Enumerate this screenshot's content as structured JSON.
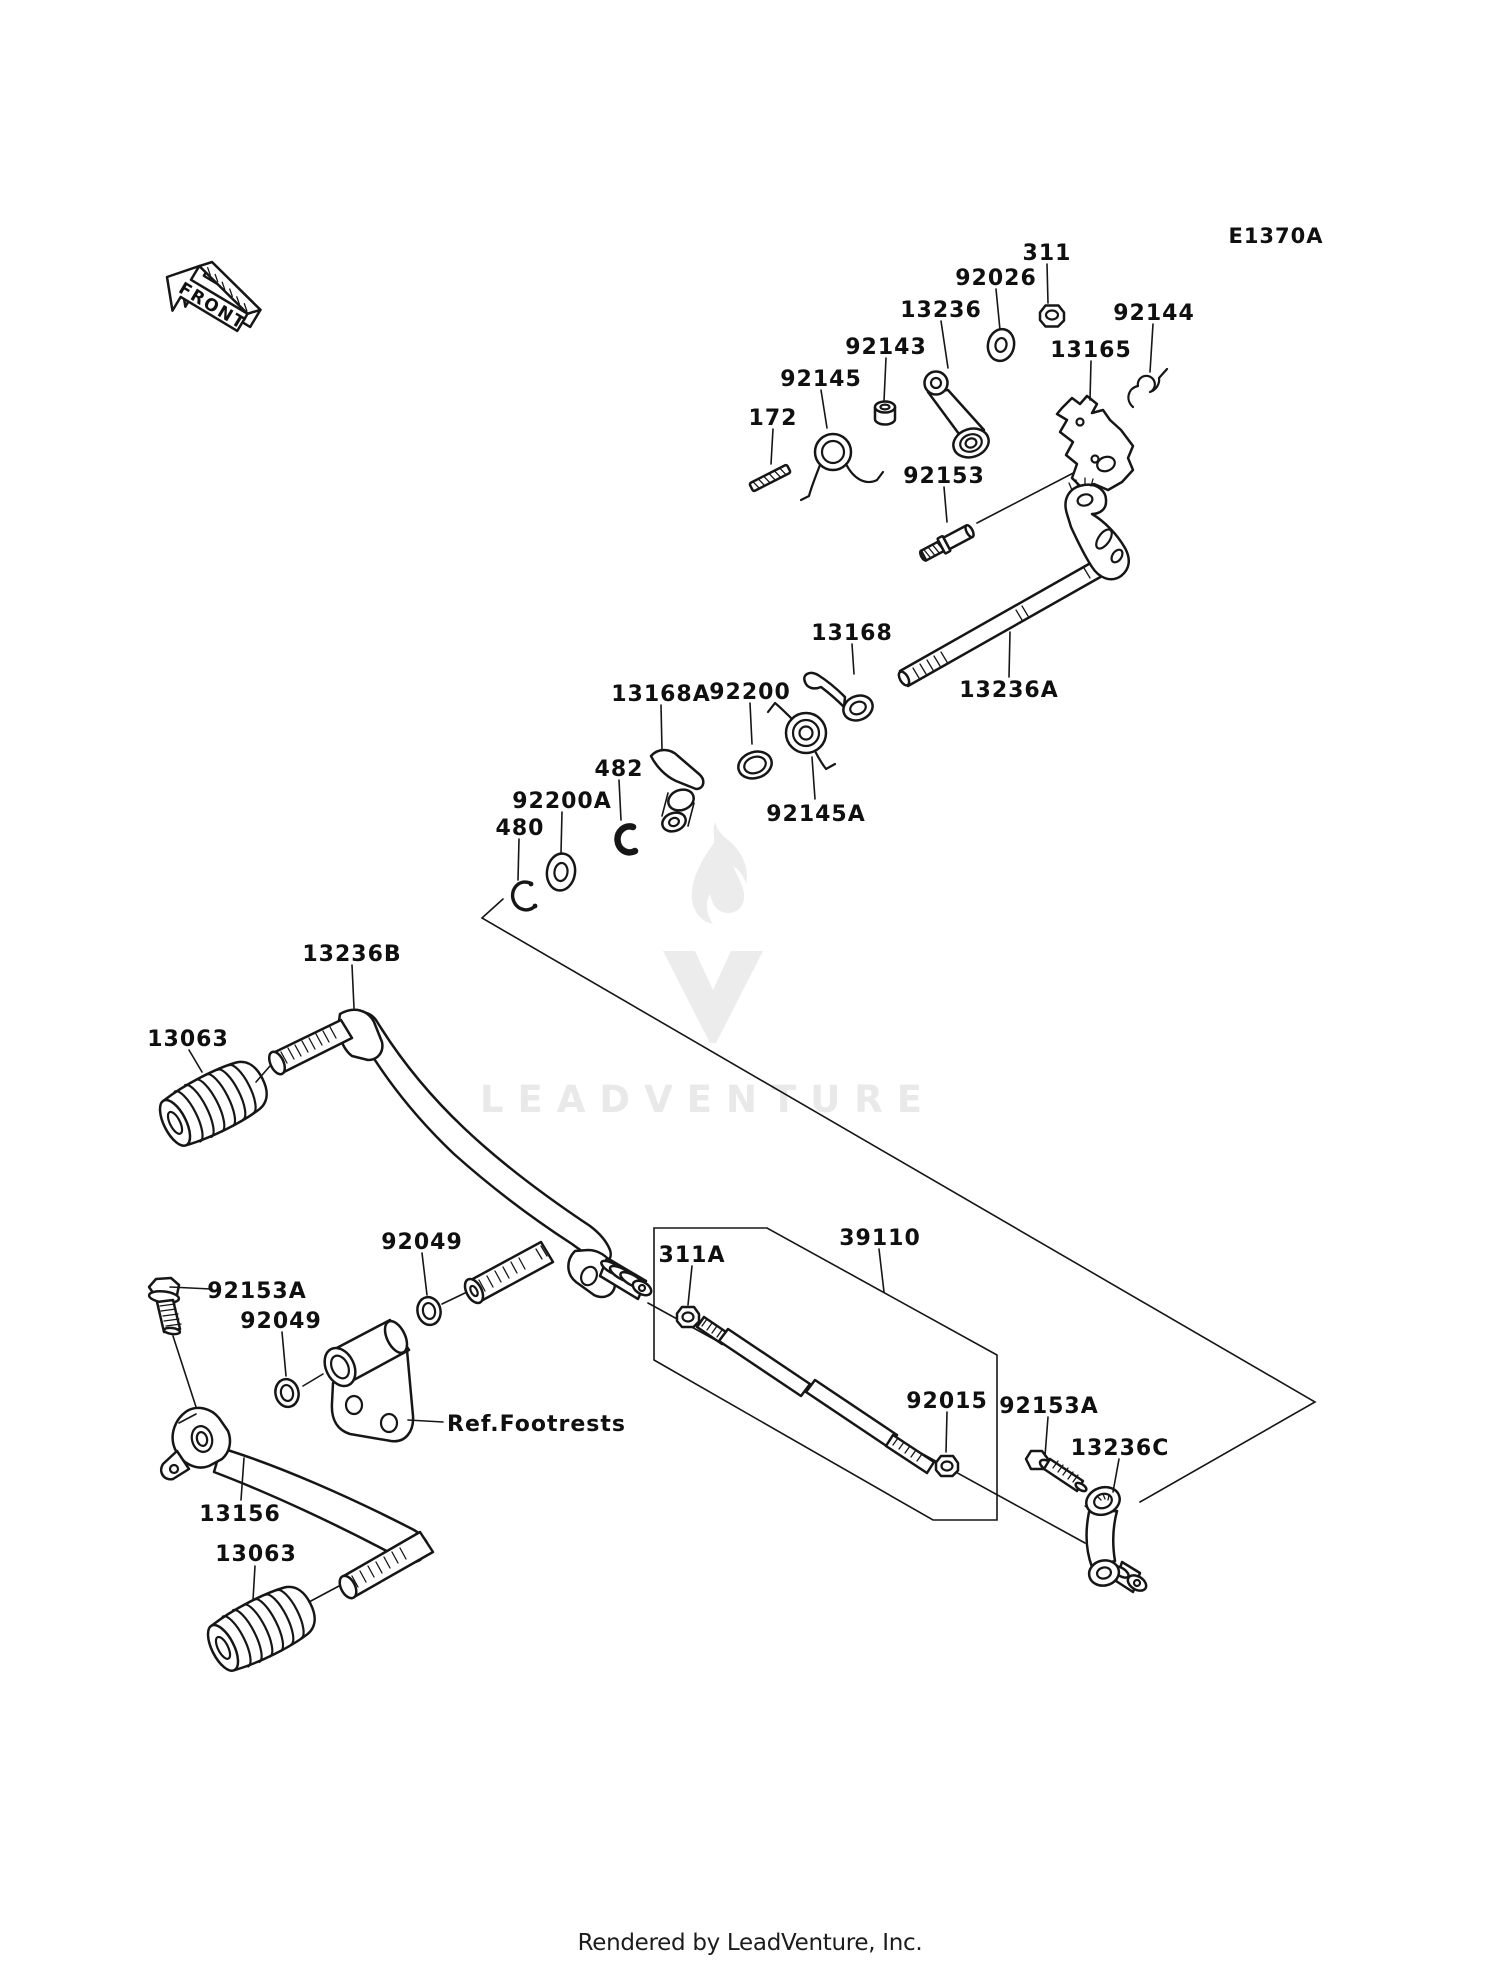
{
  "page": {
    "background": "#ffffff",
    "line_color": "#161616",
    "watermark_color": "#ebebeb"
  },
  "header": {
    "diagram_code": "E1370A",
    "front_arrow_label": "FRONT"
  },
  "watermark": {
    "text": "LEADVENTURE"
  },
  "footer": {
    "text": "Rendered by LeadVenture, Inc."
  },
  "callouts": [
    "311",
    "92026",
    "13236",
    "92143",
    "92145",
    "172",
    "92144",
    "13165",
    "92153",
    "13168",
    "13168A",
    "92200",
    "13236A",
    "482",
    "92200A",
    "480",
    "92145A",
    "13236B",
    "13063",
    "92049",
    "92153A",
    "92049",
    "Ref.Footrests",
    "13156",
    "13063",
    "311A",
    "39110",
    "92015",
    "92153A",
    "13236C"
  ]
}
